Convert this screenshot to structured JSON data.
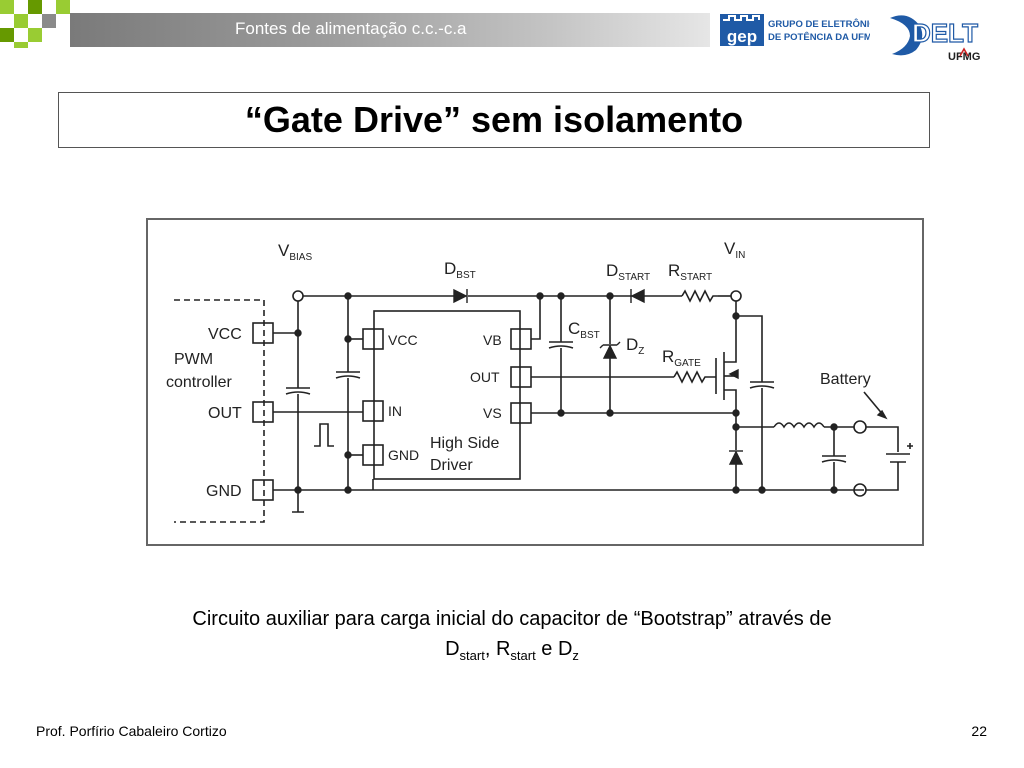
{
  "header": {
    "title": "Fontes de alimentação c.c.-c.a",
    "gep_logo": {
      "mark": "gep",
      "line1": "GRUPO DE ELETRÔNICA",
      "line2": "DE POTÊNCIA DA UFMG"
    },
    "delt_logo": {
      "mark": "DELT",
      "sub": "UFMG"
    },
    "colors": {
      "green": "#99cc33",
      "dark_green": "#669900",
      "gray": "#8a8a8a",
      "gep_blue": "#1f5aa6"
    }
  },
  "slide": {
    "title": "“Gate Drive” sem isolamento",
    "caption": {
      "line1": "Circuito auxiliar para carga inicial do capacitor de “Bootstrap” através de",
      "d": "D",
      "d_sub": "start",
      "sep": ", R",
      "r_sub": "start",
      "mid": " e D",
      "z_sub": "z"
    }
  },
  "diagram": {
    "labels": {
      "vbias_main": "V",
      "vbias_sub": "BIAS",
      "dbst_main": "D",
      "dbst_sub": "BST",
      "dstart_main": "D",
      "dstart_sub": "START",
      "rstart_main": "R",
      "rstart_sub": "START",
      "vin_main": "V",
      "vin_sub": "IN",
      "cbst_main": "C",
      "cbst_sub": "BST",
      "dz_main": "D",
      "dz_sub": "Z",
      "rgate_main": "R",
      "rgate_sub": "GATE",
      "battery": "Battery",
      "pwm_vcc": "VCC",
      "pwm_line1": "PWM",
      "pwm_line2": "controller",
      "pwm_out": "OUT",
      "pwm_gnd": "GND",
      "drv_vcc": "VCC",
      "drv_in": "IN",
      "drv_gnd": "GND",
      "drv_vb": "VB",
      "drv_out": "OUT",
      "drv_vs": "VS",
      "drv_name1": "High Side",
      "drv_name2": "Driver"
    }
  },
  "footer": {
    "author": "Prof. Porfírio Cabaleiro Cortizo",
    "page": "22"
  }
}
